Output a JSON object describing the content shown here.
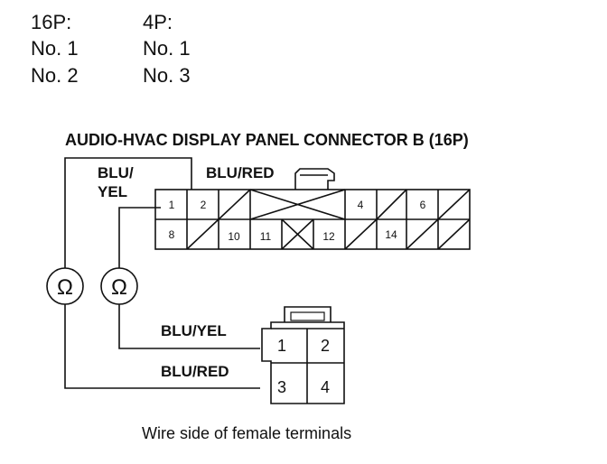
{
  "pin_table": {
    "headers": [
      "16P:",
      "4P:"
    ],
    "rows": [
      [
        "No. 1",
        "No. 1"
      ],
      [
        "No. 2",
        "No. 3"
      ]
    ]
  },
  "connector_b": {
    "title": "AUDIO-HVAC DISPLAY PANEL CONNECTOR B (16P)",
    "wire_label_left_line1": "BLU/",
    "wire_label_left_line2": "YEL",
    "wire_label_top": "BLU/RED",
    "top_row": [
      "1",
      "2",
      "",
      "",
      "",
      "",
      "4",
      "",
      "6",
      ""
    ],
    "bottom_row": [
      "8",
      "",
      "10",
      "11",
      "",
      "12",
      "",
      "14",
      "",
      ""
    ]
  },
  "meters": [
    "Ω",
    "Ω"
  ],
  "connector_4p": {
    "wire_label_upper": "BLU/YEL",
    "wire_label_lower": "BLU/RED",
    "terminals": [
      "1",
      "2",
      "3",
      "4"
    ]
  },
  "caption": "Wire side of female terminals"
}
